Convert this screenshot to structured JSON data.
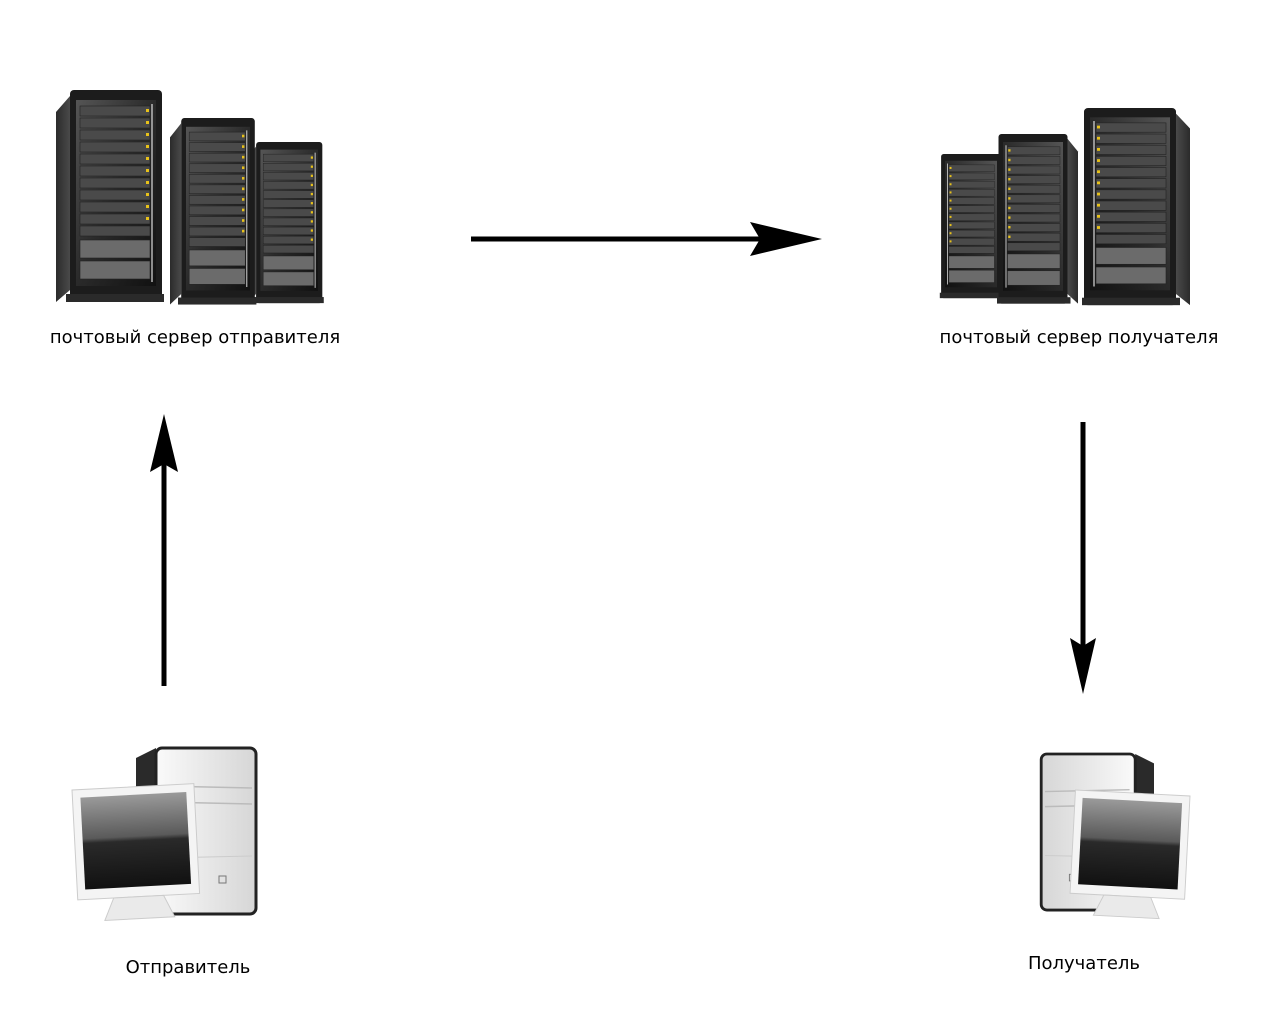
{
  "diagram": {
    "title": "",
    "nodes": [
      {
        "id": "sender_server",
        "label": "почтовый сервер отправителя",
        "icon": "server-rack-icon"
      },
      {
        "id": "receiver_server",
        "label": "почтовый сервер получателя",
        "icon": "server-rack-icon"
      },
      {
        "id": "sender",
        "label": "Отправитель",
        "icon": "desktop-computer-icon"
      },
      {
        "id": "receiver",
        "label": "Получатель",
        "icon": "desktop-computer-icon"
      }
    ],
    "edges": [
      {
        "from": "sender",
        "to": "sender_server"
      },
      {
        "from": "sender_server",
        "to": "receiver_server"
      },
      {
        "from": "receiver_server",
        "to": "receiver"
      }
    ],
    "colors": {
      "arrow": "#000000",
      "rack_dark": "#1e1e1e",
      "rack_mid": "#3a3a3a",
      "led": "#e8c21a",
      "pc_light": "#eeeeee"
    }
  }
}
